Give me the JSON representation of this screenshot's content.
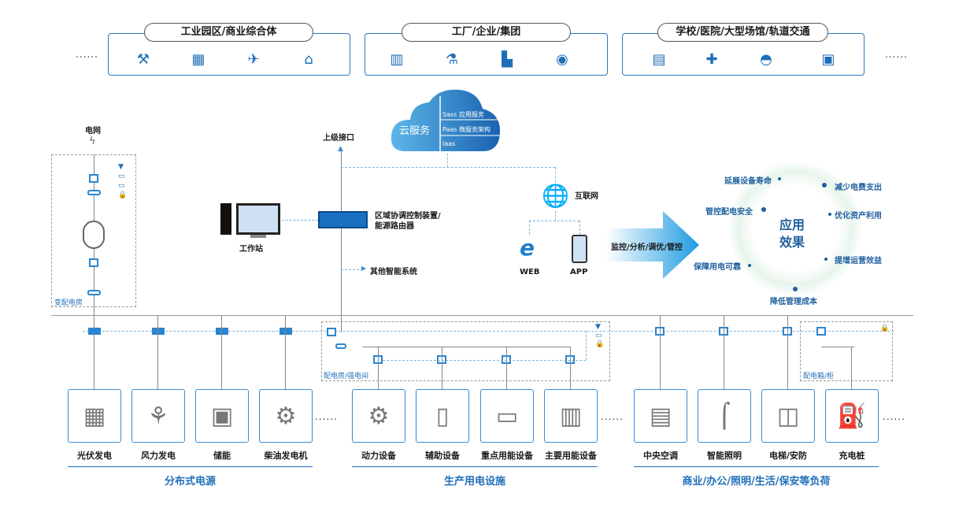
{
  "scenarios": [
    {
      "title": "工业园区/商业综合体",
      "icons": [
        "wind-turbine-icon",
        "office-building-icon",
        "airport-icon",
        "mall-icon"
      ]
    },
    {
      "title": "工厂/企业/集团",
      "icons": [
        "factory-icon",
        "chemical-plant-icon",
        "industrial-plant-icon",
        "fan-icon"
      ]
    },
    {
      "title": "学校/医院/大型场馆/轨道交通",
      "icons": [
        "school-icon",
        "hospital-icon",
        "stadium-icon",
        "train-icon"
      ]
    }
  ],
  "ellipsis": "......",
  "cloud": {
    "title": "云服务",
    "layers": [
      "Sass 应用服务",
      "Paas  微服务架构",
      "Iaas"
    ]
  },
  "upper_interface": "上级接口",
  "internet": "互联网",
  "web": "WEB",
  "app": "APP",
  "arrow_label": "监控/分析/调优/管控",
  "workstation": "工作站",
  "router": "区域协调控制装置/\n能源路由器",
  "other_systems": "其他智能系统",
  "grid": "电网",
  "substation": "变配电房",
  "distribution_room": "配电房/强电间",
  "distribution_box": "配电箱/柜",
  "effects": {
    "center": [
      "应用",
      "效果"
    ],
    "items": [
      "延展设备寿命",
      "减少电费支出",
      "管控配电安全",
      "优化资产利用",
      "保障用电可靠",
      "提增运营效益",
      "降低管理成本"
    ]
  },
  "devices": [
    "光伏发电",
    "风力发电",
    "储能",
    "柴油发电机",
    "动力设备",
    "辅助设备",
    "重点用能设备",
    "主要用能设备",
    "中央空调",
    "智能照明",
    "电梯/安防",
    "充电桩"
  ],
  "groups": [
    "分布式电源",
    "生产用电设施",
    "商业/办公/照明/生活/保安等负荷"
  ]
}
